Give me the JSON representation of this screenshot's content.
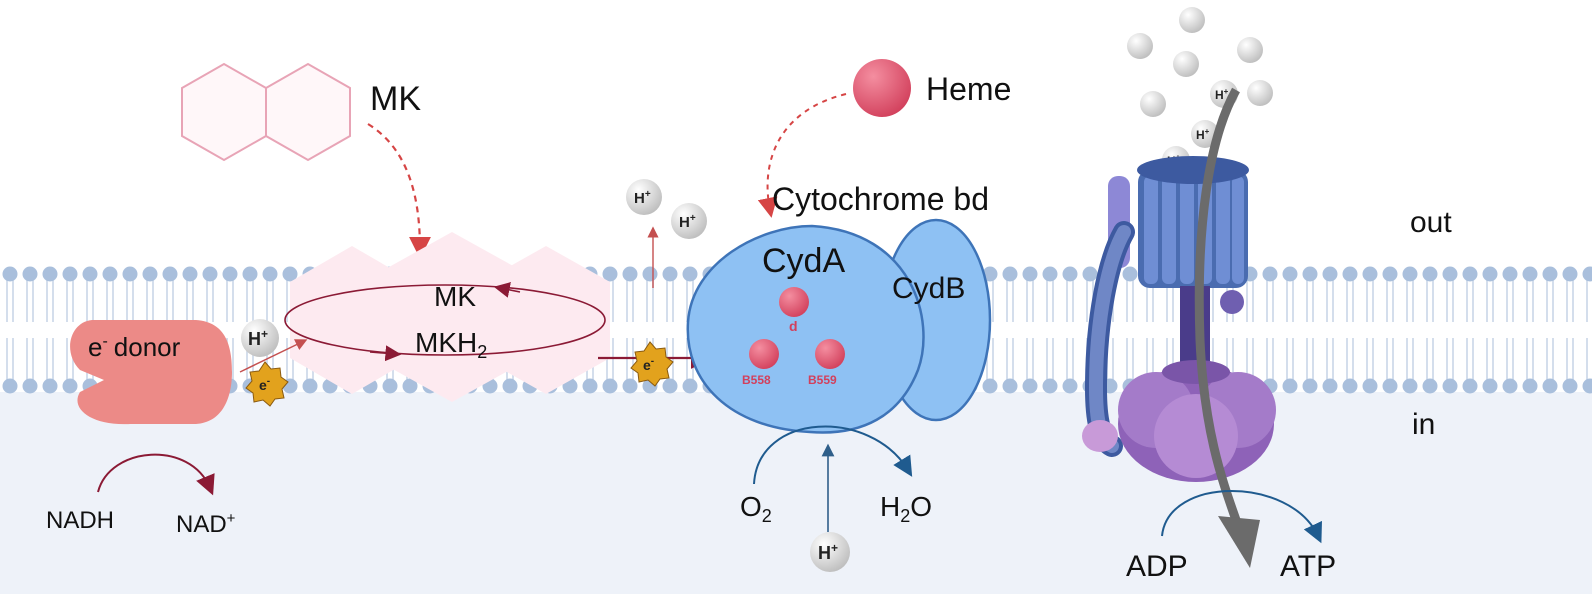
{
  "labels": {
    "mk_top": "MK",
    "heme": "Heme",
    "cytochrome": "Cytochrome bd",
    "cyda": "CydA",
    "cydb": "CydB",
    "heme_d": "d",
    "heme_b558": "B558",
    "heme_b559": "B559",
    "pool_mk": "MK",
    "pool_mkh2": "MKH",
    "pool_mkh2_sub": "2",
    "donor": "donor",
    "donor_e": "e",
    "donor_e_sup": "-",
    "electron": "e",
    "electron_sup": "-",
    "proton": "H",
    "proton_sup": "+",
    "nadh": "NADH",
    "nad": "NAD",
    "nad_sup": "+",
    "o2": "O",
    "o2_sub": "2",
    "h2o_h": "H",
    "h2o_sub": "2",
    "h2o_o": "O",
    "out": "out",
    "in": "in",
    "adp": "ADP",
    "atp": "ATP"
  },
  "colors": {
    "membrane_bead": "#a9bfdc",
    "membrane_tail": "#c9d6e8",
    "cytoplasm": "#eef2f9",
    "cytochrome_fill": "#8ec1f3",
    "cytochrome_stroke": "#3e74b8",
    "heme_red": "#e0566f",
    "mk_pink": "#fdeaf0",
    "mk_stroke": "#e8a4b6",
    "donor_fill": "#ec8a87",
    "electron_gold": "#e2a21d",
    "atp_synthase_blue": "#5b78b5",
    "atp_synthase_purple": "#9b6fbf",
    "arrow_dark_red": "#8b1a35",
    "arrow_blue": "#1f5b8f"
  }
}
